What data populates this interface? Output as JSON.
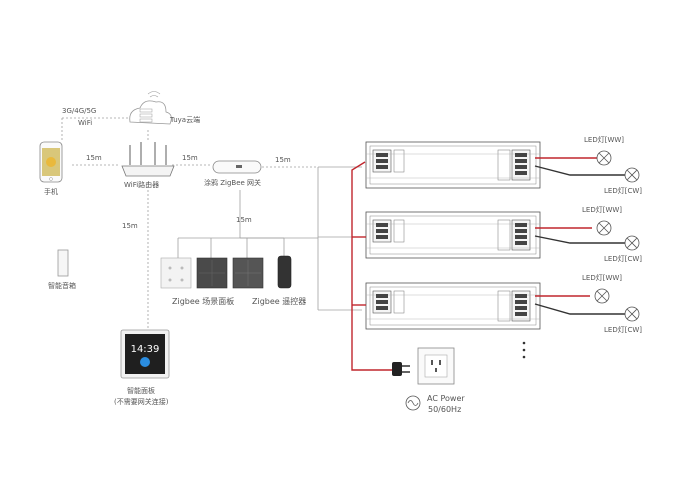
{
  "network": {
    "mobile_label": "3G/4G/5G",
    "wifi_label": "WiFi",
    "cloud_label": "Tuya云端",
    "phone_label": "手机",
    "router_label": "WiFi路由器",
    "gateway_label": "涂鸦 ZigBee 网关",
    "len_phone_router": "15m",
    "len_router_gateway": "15m",
    "len_gateway_drivers": "15m",
    "len_vertical_panel": "15m",
    "len_switches": "15m",
    "speaker_label": "智能音箱",
    "scene_panel_label": "Zigbee 场景面板",
    "remote_label": "Zigbee 遥控器",
    "smart_panel_clock": "14:39",
    "smart_panel_label": "智能面板",
    "smart_panel_note": "(不需要网关连接)"
  },
  "lamps": [
    {
      "ww": "LED灯[WW]",
      "cw": "LED灯[CW]"
    },
    {
      "ww": "LED灯[WW]",
      "cw": "LED灯[CW]"
    },
    {
      "ww": "LED灯[WW]",
      "cw": "LED灯[CW]"
    }
  ],
  "power": {
    "ac_label": "AC Power",
    "freq_label": "50/60Hz"
  },
  "colors": {
    "line": "#999999",
    "wire_red": "#c0262d",
    "wire_dark": "#333333",
    "device_stroke": "#555555"
  }
}
